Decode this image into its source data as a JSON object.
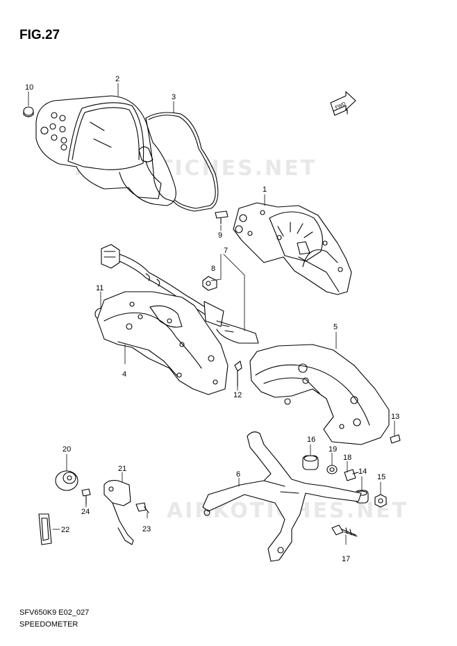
{
  "figure": {
    "title": "FIG.27",
    "code": "SFV650K9 E02_027",
    "name": "SPEEDOMETER",
    "direction_label": "FWD"
  },
  "watermark": "AIRKOTICHES.NET",
  "callouts": {
    "c1": "1",
    "c2": "2",
    "c3": "3",
    "c4": "4",
    "c5": "5",
    "c6": "6",
    "c7": "7",
    "c8": "8",
    "c9": "9",
    "c10": "10",
    "c11": "11",
    "c12": "12",
    "c13": "13",
    "c14": "14",
    "c15": "15",
    "c16": "16",
    "c17": "17",
    "c18": "18",
    "c19": "19",
    "c20": "20",
    "c21": "21",
    "c22": "22",
    "c23": "23",
    "c24": "24"
  }
}
